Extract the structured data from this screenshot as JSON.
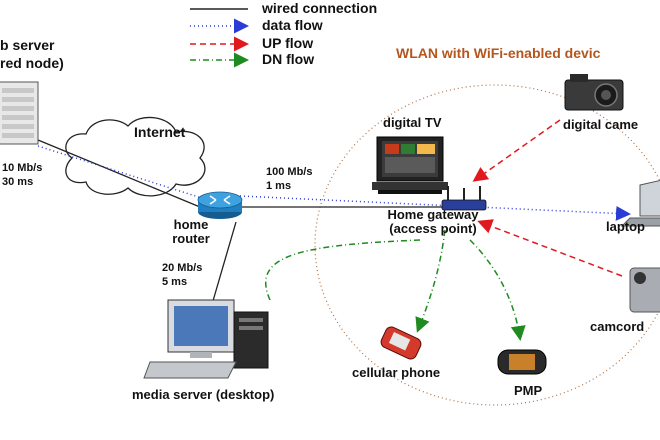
{
  "legend": {
    "wired": "wired connection",
    "data": "data flow",
    "up": "UP flow",
    "dn": "DN flow"
  },
  "labels": {
    "web_server_line1": "b server",
    "web_server_line2": "red node)",
    "internet": "Internet",
    "wan_rate": "10 Mb/s",
    "wan_delay": "30 ms",
    "lan_rate": "100 Mb/s",
    "lan_delay": "1 ms",
    "home_router_line1": "home",
    "home_router_line2": "router",
    "media_rate": "20 Mb/s",
    "media_delay": "5 ms",
    "wlan_title": "WLAN with WiFi-enabled devic",
    "digital_tv": "digital TV",
    "digital_camera": "digital came",
    "home_gateway_line1": "Home gateway",
    "home_gateway_line2": "(access point)",
    "laptop": "laptop",
    "camcorder": "camcord",
    "cellular_phone": "cellular phone",
    "pmp": "PMP",
    "media_server": "media server (desktop)"
  },
  "colors": {
    "wired": "#222222",
    "data_flow": "#2a3bd6",
    "up_flow": "#e0191f",
    "dn_flow": "#1f8a1f",
    "wlan_border": "#b07040",
    "wlan_title": "#b4561e",
    "router": "#1f7fc0"
  }
}
